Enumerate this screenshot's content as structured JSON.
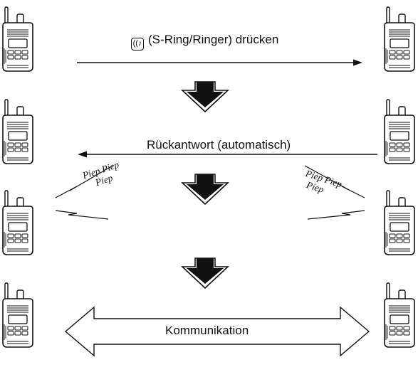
{
  "steps": {
    "step1_label": "(S-Ring/Ringer) drücken",
    "step2_label": "Rückantwort (automatisch)",
    "step4_label": "Kommunikation"
  },
  "beeps": {
    "left_line1": "Piep Piep",
    "left_line2": "Piep",
    "right_line1": "Piep Piep",
    "right_line2": "Piep"
  },
  "icons": {
    "ring_key": "ring-key-icon",
    "radio": "handheld-radio-icon",
    "flow_arrow": "down-arrow-icon"
  }
}
